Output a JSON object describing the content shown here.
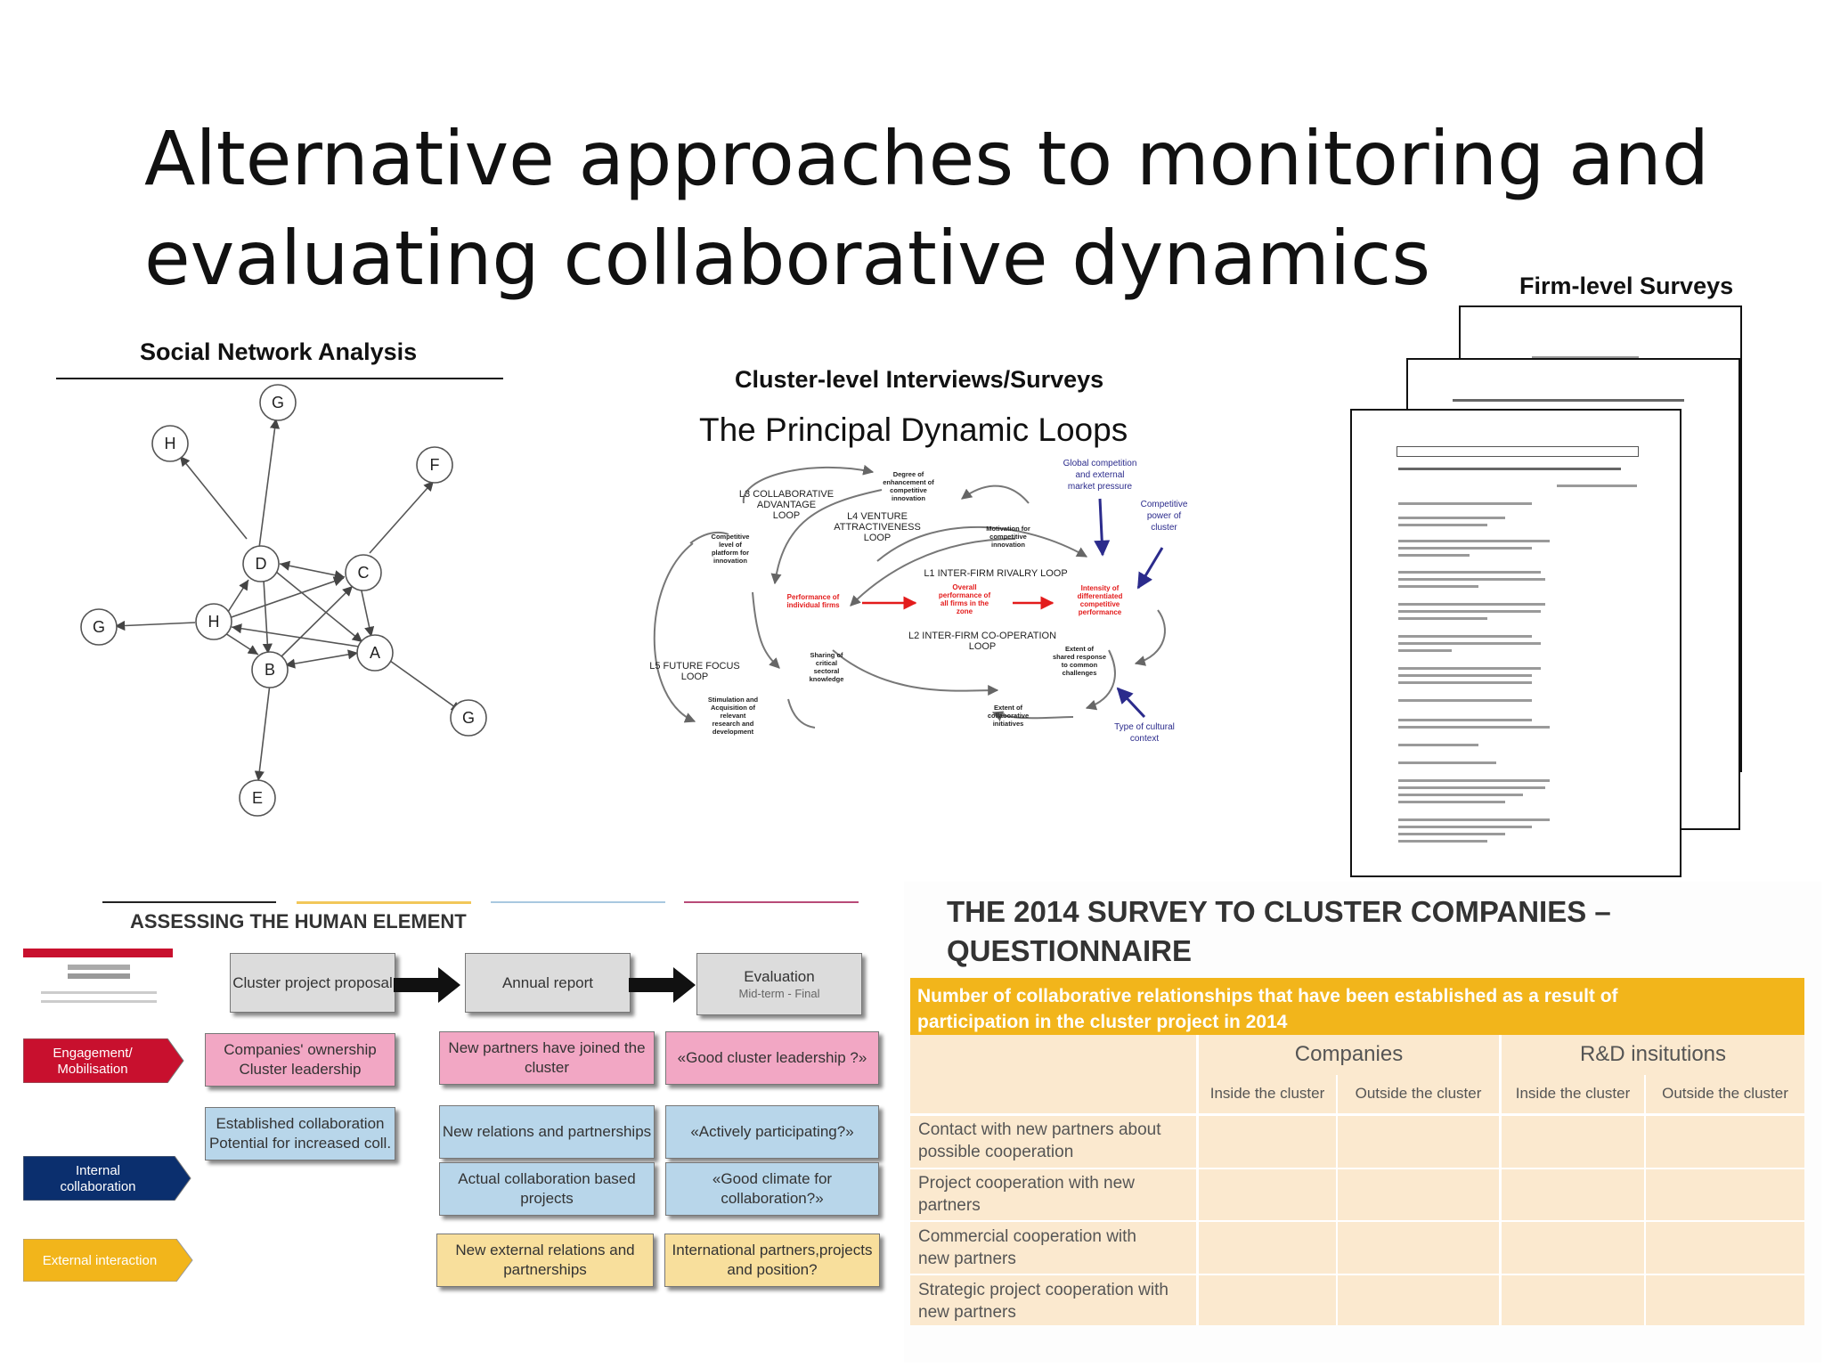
{
  "slide": {
    "title_line1": "Alternative approaches to monitoring and",
    "title_line2": "evaluating collaborative dynamics"
  },
  "sna": {
    "label": "Social Network Analysis",
    "nodes": [
      "G",
      "H",
      "F",
      "D",
      "C",
      "G",
      "H",
      "A",
      "B",
      "G",
      "E"
    ]
  },
  "cluster": {
    "label": "Cluster-level Interviews/Surveys",
    "diagram_title": "The Principal Dynamic Loops",
    "loops": {
      "l3_line1": "L3 COLLABORATIVE",
      "l3_line2": "ADVANTAGE",
      "l3_line3": "LOOP",
      "l4_line1": "L4 VENTURE",
      "l4_line2": "ATTRACTIVENESS",
      "l4_line3": "LOOP",
      "l1": "L1 INTER-FIRM RIVALRY LOOP",
      "l2_line1": "L2 INTER-FIRM CO-OPERATION",
      "l2_line2": "LOOP",
      "l5_line1": "L5 FUTURE FOCUS",
      "l5_line2": "LOOP"
    },
    "nodes": {
      "degree": [
        "Degree of",
        "enhancement of",
        "competitive",
        "innovation"
      ],
      "competitive_level": [
        "Competitive",
        "level of",
        "platform for",
        "innovation"
      ],
      "motivation": [
        "Motivation for",
        "competitive",
        "innovation"
      ],
      "performance_firms": [
        "Performance of",
        "individual firms"
      ],
      "overall": [
        "Overall",
        "performance of",
        "all firms in the",
        "zone"
      ],
      "intensity": [
        "Intensity of",
        "differentiated",
        "competitive",
        "performance"
      ],
      "sharing": [
        "Sharing of",
        "critical",
        "sectoral",
        "knowledge"
      ],
      "stimulation": [
        "Stimulation and",
        "Acquisition of",
        "relevant",
        "research and",
        "development"
      ],
      "extent_initiatives": [
        "Extent of",
        "collaborative",
        "initiatives"
      ],
      "extent_response": [
        "Extent of",
        "shared response",
        "to common",
        "challenges"
      ],
      "global": [
        "Global competition",
        "and external",
        "market pressure"
      ],
      "power": [
        "Competitive",
        "power of",
        "cluster"
      ],
      "culture": [
        "Type of cultural",
        "context"
      ]
    }
  },
  "firm": {
    "label": "Firm-level Surveys"
  },
  "human": {
    "title": "ASSESSING THE HUMAN ELEMENT",
    "stages": [
      "Cluster project proposal",
      "Annual report",
      "Evaluation",
      "Mid-term - Final"
    ],
    "rows": [
      {
        "label": "Engagement/ Mobilisation",
        "color": "#c8102e"
      },
      {
        "label": "Internal collaboration",
        "color": "#0b2f6e"
      },
      {
        "label": "External interaction",
        "color": "#f2b51b"
      }
    ],
    "cells": {
      "pink1": "Companies' ownership Cluster leadership",
      "pink2": "New partners have joined the cluster",
      "pink3": "«Good cluster leadership ?»",
      "blue1": "Established collaboration Potential for increased coll.",
      "blue2": "New relations and partnerships",
      "blue3": "«Actively participating?»",
      "blue4": "Actual collaboration based projects",
      "blue5": "«Good climate for collaboration?»",
      "yellow1": "New external relations and partnerships",
      "yellow2": "International partners,projects and position?"
    }
  },
  "survey": {
    "title_line1": "THE 2014 SURVEY TO CLUSTER COMPANIES –",
    "title_line2": "QUESTIONNAIRE",
    "header_line1": "Number of collaborative relationships that have been established as a result of",
    "header_line2": "participation in the cluster project in 2014",
    "groups": [
      "Companies",
      "R&D insitutions"
    ],
    "subcols": [
      "Inside the cluster",
      "Outside the cluster",
      "Inside the cluster",
      "Outside the cluster"
    ],
    "rows": [
      [
        "Contact with new partners about",
        "possible cooperation"
      ],
      [
        "Project cooperation with new",
        "partners"
      ],
      [
        "Commercial cooperation with",
        "new partners"
      ],
      [
        "Strategic project cooperation with",
        "new partners"
      ]
    ],
    "colors": {
      "header": "#f2b51b",
      "cell": "#fbe9cf"
    }
  }
}
